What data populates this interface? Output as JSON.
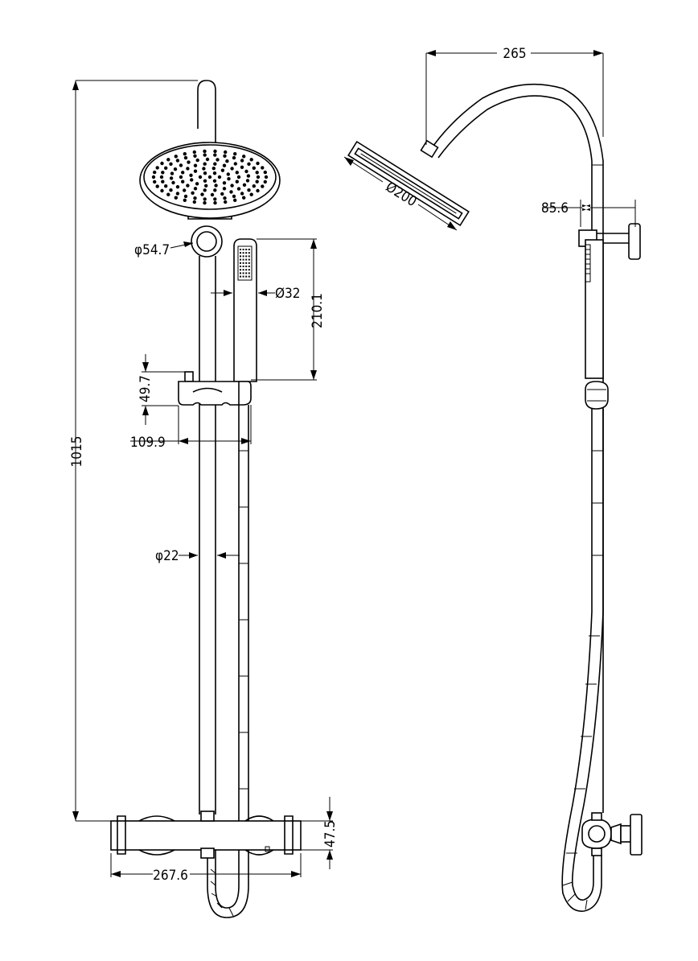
{
  "front_view": {
    "dimensions": {
      "total_height": "1015",
      "holder_diameter": "φ54.7",
      "handshower_diameter": "Ø32",
      "handshower_length": "210.1",
      "slider_height": "49.7",
      "slider_projection": "109.9",
      "rail_diameter": "φ22",
      "valve_width": "267.6",
      "valve_height": "47.5"
    }
  },
  "side_view": {
    "dimensions": {
      "arm_reach": "265",
      "head_diameter": "Ø200",
      "wall_offset": "85.6"
    }
  },
  "handshower_nozzle_grid": {
    "rows": 9,
    "cols": 4
  }
}
